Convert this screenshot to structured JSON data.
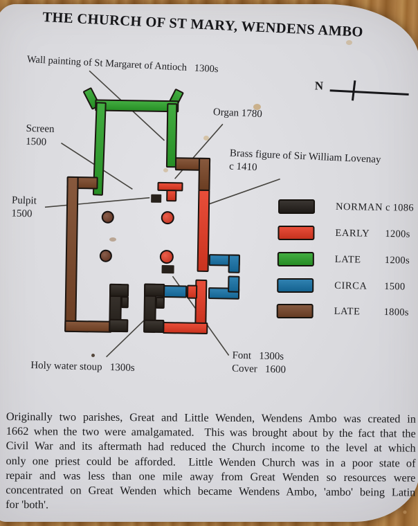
{
  "title": "THE CHURCH OF ST MARY, WENDENS AMBO",
  "compass": {
    "label": "N"
  },
  "plan_labels": {
    "wall_painting": "Wall painting of St Margaret of Antioch   1300s",
    "organ": "Organ 1780",
    "screen_line1": "Screen",
    "screen_line2": "1500",
    "pulpit_line1": "Pulpit",
    "pulpit_line2": "1500",
    "brass_line1": "Brass figure of Sir William Lovenay",
    "brass_line2": "c 1410",
    "font_line1": "Font   1300s",
    "font_line2": "Cover   1600",
    "stoup": "Holy water stoup   1300s"
  },
  "legend": {
    "rows": [
      {
        "name": "NORMAN",
        "date": "c 1086",
        "color": "#241f1b"
      },
      {
        "name": "EARLY",
        "date": "1200s",
        "color": "#e63a23"
      },
      {
        "name": "LATE",
        "date": "1200s",
        "color": "#2da32b"
      },
      {
        "name": "CIRCA",
        "date": "1500",
        "color": "#1873a8"
      },
      {
        "name": "LATE",
        "date": "1800s",
        "color": "#77462a"
      }
    ]
  },
  "colors": {
    "norman_black": "#27211b",
    "early_red": "#e63a23",
    "late_green": "#2da32b",
    "circa_blue": "#1873a8",
    "late_brown": "#7a4627",
    "pier_brown": "#6f3a24",
    "paper": "#dadade",
    "wood": "#a9773f"
  },
  "paragraph": {
    "lines": [
      "Originally two parishes, Great and Little Wenden, Wendens Ambo was created in",
      "1662 when the two were amalgamated.  This was brought about by the fact that the",
      "Civil War and its aftermath had reduced the Church income to the level at which",
      "only one priest could be afforded.  Little Wenden Church was in a poor state of",
      "repair and was less than one mile away from Great Wenden so resources were",
      "concentrated on Great Wenden which became Wendens Ambo, 'ambo' being Latin",
      "for 'both'."
    ]
  }
}
